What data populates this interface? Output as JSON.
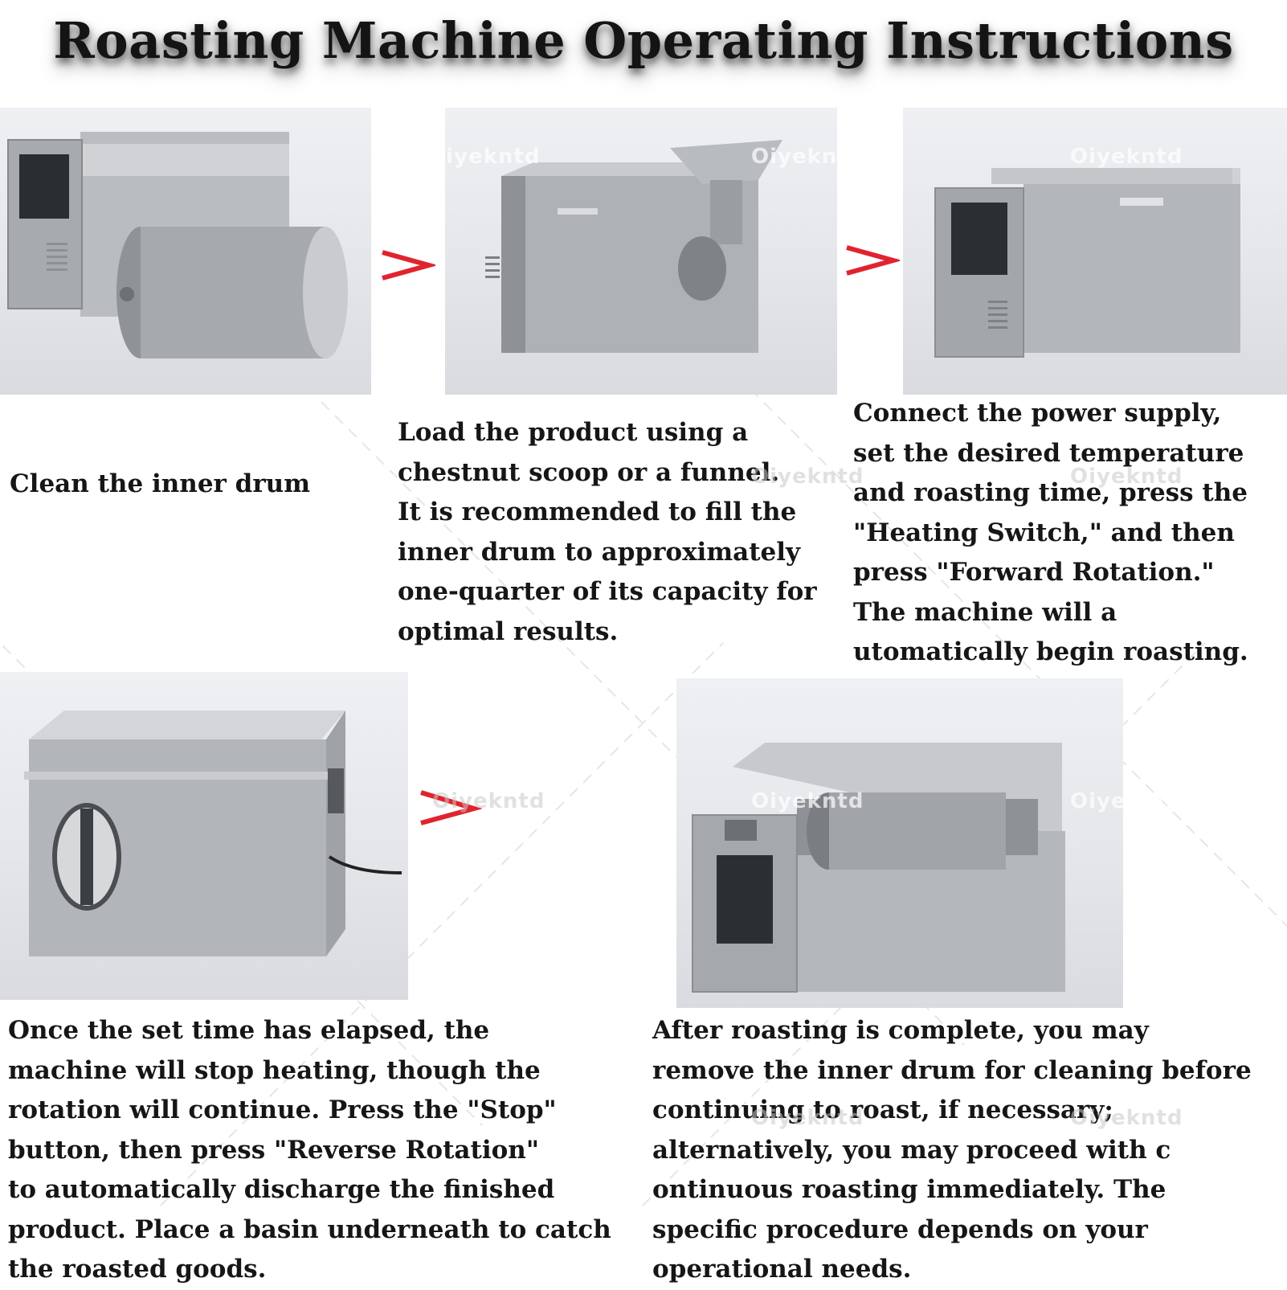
{
  "title": "Roasting Machine Operating Instructions",
  "watermark": "Oiyekntd",
  "accent_color": "#e0242f",
  "steps": [
    {
      "image_label": "machine-with-drum-removed",
      "lines": [
        "Clean the inner drum"
      ]
    },
    {
      "image_label": "machine-with-funnel",
      "lines": [
        "Load the product using a",
        "chestnut scoop or a funnel.",
        "It is recommended to fill the",
        "inner drum to approximately",
        "one-quarter of its capacity for",
        "optimal results."
      ]
    },
    {
      "image_label": "machine-closed-front",
      "lines": [
        "Connect the power supply,",
        "set the desired temperature",
        "and roasting time, press the",
        "\"Heating Switch,\" and then",
        "press \"Forward Rotation.\"",
        "The machine will a",
        "utomatically begin roasting."
      ]
    },
    {
      "image_label": "machine-side-discharge",
      "lines": [
        "Once the set time has elapsed, the",
        "machine will stop heating, though the",
        "rotation will continue. Press the \"Stop\"",
        "button, then press \"Reverse Rotation\"",
        "to automatically discharge the finished",
        "product. Place a basin underneath to catch",
        "the roasted goods."
      ]
    },
    {
      "image_label": "machine-open-lid-drum",
      "lines": [
        "After roasting is complete, you may",
        "remove the inner drum for cleaning before",
        "continuing to roast, if necessary;",
        "alternatively, you may proceed with c",
        "ontinuous roasting immediately. The",
        "specific procedure depends on your",
        "operational needs."
      ]
    }
  ]
}
